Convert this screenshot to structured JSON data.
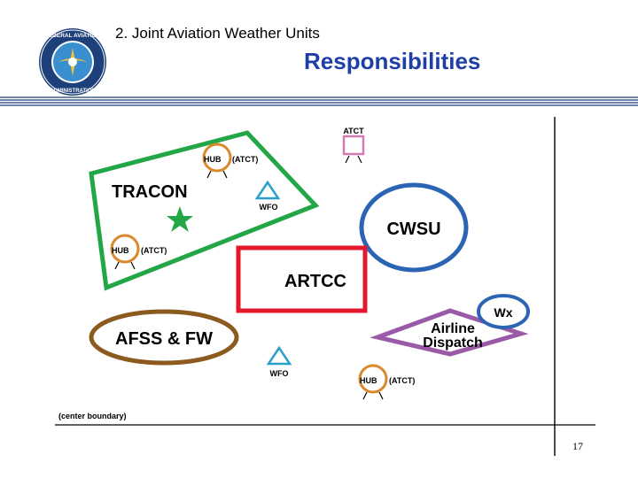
{
  "header": {
    "subtitle": "2.  Joint Aviation Weather Units",
    "title": "Responsibilities"
  },
  "diagram": {
    "tracon": "TRACON",
    "artcc": "ARTCC",
    "cwsu": "CWSU",
    "afss": "AFSS & FW",
    "airline_dispatch_line1": "Airline",
    "airline_dispatch_line2": "Dispatch",
    "wx": "Wx",
    "atct": "ATCT",
    "hub_top": "HUB",
    "hub_top_atct": "(ATCT)",
    "hub_left": "HUB",
    "hub_left_atct": "(ATCT)",
    "hub_bottom": "HUB",
    "hub_bottom_atct": "(ATCT)",
    "wfo_top": "WFO",
    "wfo_bottom": "WFO",
    "center_boundary": "(center boundary)"
  },
  "footer": {
    "page_number": "17"
  },
  "colors": {
    "tracon_green": "#22a646",
    "artcc_red": "#e3182d",
    "cwsu_blue": "#2c64b4",
    "afss_brown": "#8b5a1e",
    "dispatch_purple": "#9b5aa8",
    "hub_orange": "#d9892b",
    "wfo_teal": "#2aa0c8",
    "atct_pink": "#d87ab0",
    "title_blue": "#1f3fa6"
  }
}
